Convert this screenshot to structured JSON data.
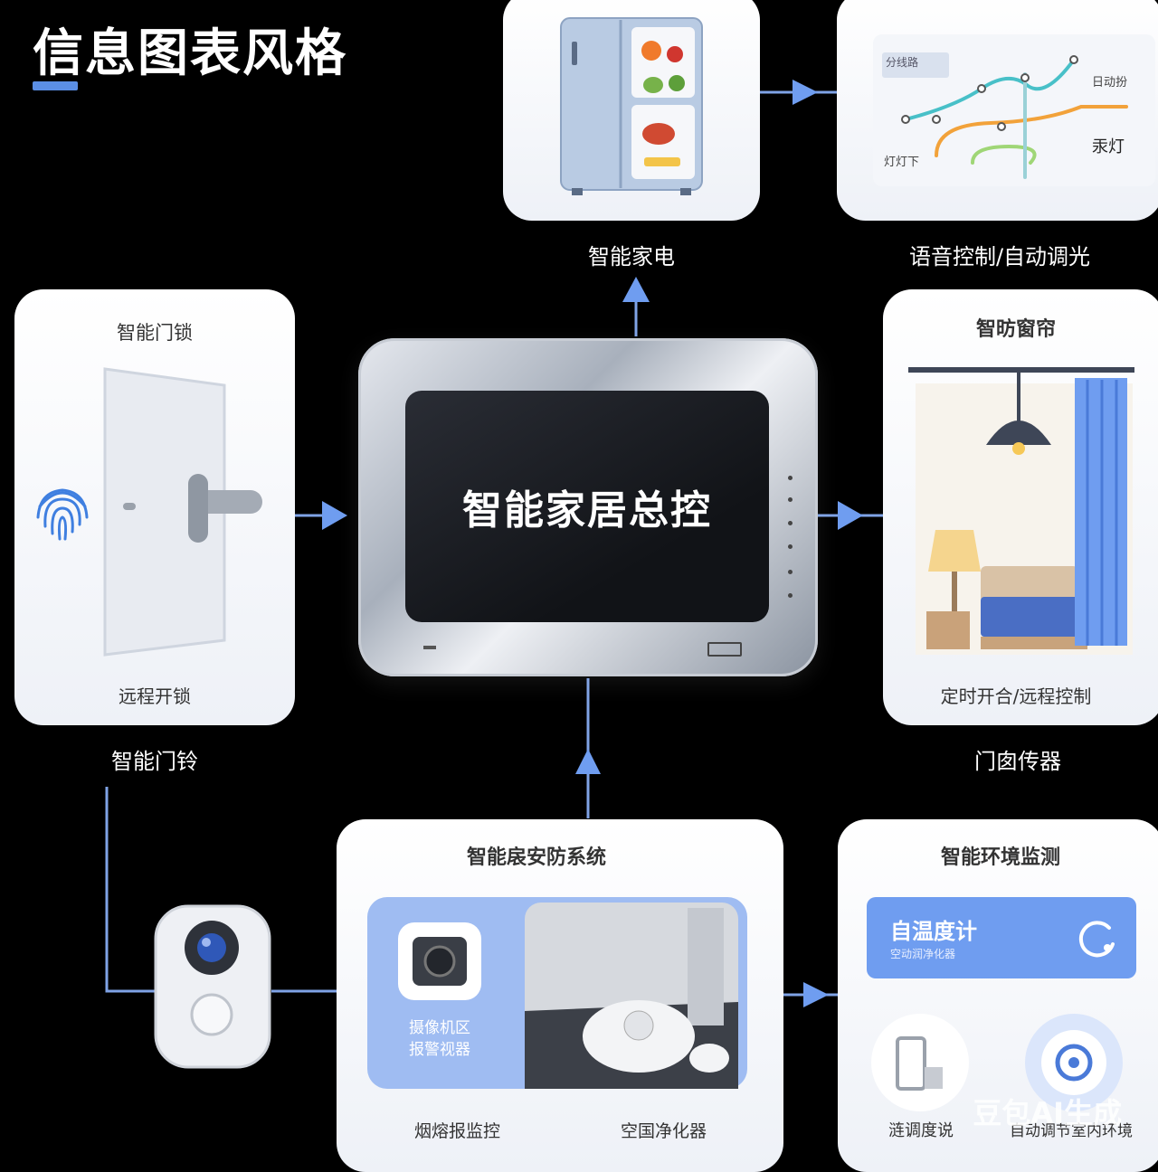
{
  "header": {
    "title": "信息图表风格"
  },
  "hub": {
    "label": "智能家居总控"
  },
  "cards": {
    "appliance": {
      "caption": "智能家电"
    },
    "voice": {
      "caption": "语音控制/自动调光",
      "map_label_1": "分线路",
      "map_label_2": "日动扮",
      "map_label_3": "灯灯下",
      "map_label_4": "汞灯"
    },
    "lock": {
      "title": "智能门锁",
      "subtitle": "远程开锁",
      "caption": "智能门铃"
    },
    "curtain": {
      "title": "智昉窗帘",
      "subtitle": "定时开合/远程控制",
      "caption": "门囱传器"
    },
    "security": {
      "title": "智能扆安防系统",
      "camera_text_1": "摄像机区",
      "camera_text_2": "报警视器",
      "label_left": "烟熔报监控",
      "label_right": "空国净化器"
    },
    "env": {
      "title": "智能环境监测",
      "panel_title": "自温度计",
      "panel_sub": "空动润净化器",
      "label_left": "涟调度说",
      "label_right": "自动调节室内环境"
    }
  },
  "watermark": "豆包AI生成",
  "colors": {
    "accent": "#5b8fe6",
    "line": "#7fa3e6",
    "panel_blue": "#6f9df0"
  }
}
